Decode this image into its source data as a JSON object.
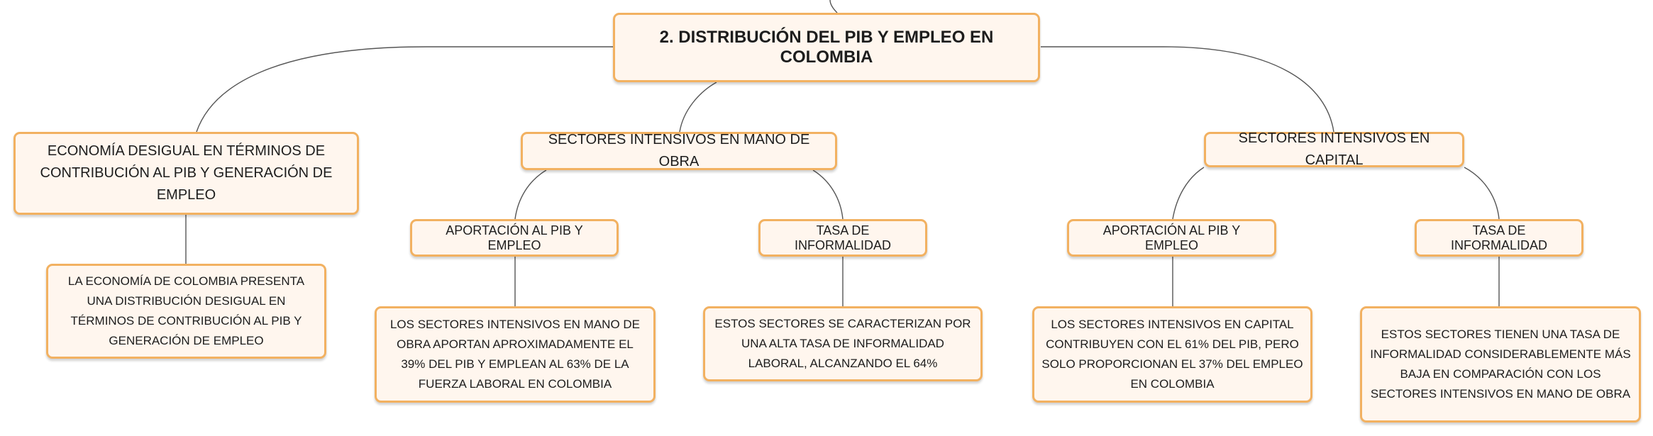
{
  "root": {
    "text": "2. DISTRIBUCIÓN DEL PIB Y EMPLEO EN COLOMBIA"
  },
  "left": {
    "topic": "ECONOMÍA DESIGUAL EN TÉRMINOS DE CONTRIBUCIÓN AL PIB Y GENERACIÓN DE EMPLEO",
    "detail": "LA ECONOMÍA DE COLOMBIA PRESENTA UNA DISTRIBUCIÓN DESIGUAL EN TÉRMINOS DE CONTRIBUCIÓN AL PIB Y GENERACIÓN DE EMPLEO"
  },
  "labor": {
    "topic": "SECTORES INTENSIVOS EN MANO DE OBRA",
    "gdp": {
      "label": "APORTACIÓN AL PIB Y EMPLEO",
      "detail": "LOS SECTORES INTENSIVOS EN MANO DE OBRA APORTAN APROXIMADAMENTE EL 39% DEL PIB Y EMPLEAN AL 63% DE LA FUERZA LABORAL EN COLOMBIA"
    },
    "informality": {
      "label": "TASA DE INFORMALIDAD",
      "detail": "ESTOS SECTORES SE CARACTERIZAN POR UNA ALTA TASA DE INFORMALIDAD LABORAL, ALCANZANDO EL 64%"
    }
  },
  "capital": {
    "topic": "SECTORES INTENSIVOS EN CAPITAL",
    "gdp": {
      "label": "APORTACIÓN AL PIB Y EMPLEO",
      "detail": "LOS SECTORES INTENSIVOS EN CAPITAL CONTRIBUYEN CON EL 61% DEL PIB, PERO SOLO PROPORCIONAN EL 37% DEL EMPLEO EN COLOMBIA"
    },
    "informality": {
      "label": "TASA DE INFORMALIDAD",
      "detail": "ESTOS SECTORES TIENEN UNA TASA DE INFORMALIDAD CONSIDERABLEMENTE MÁS BAJA EN COMPARACIÓN CON LOS SECTORES INTENSIVOS EN MANO DE OBRA"
    }
  },
  "colors": {
    "node_fill": "#fff6ee",
    "node_border": "#f2b161",
    "connector": "#555555"
  }
}
